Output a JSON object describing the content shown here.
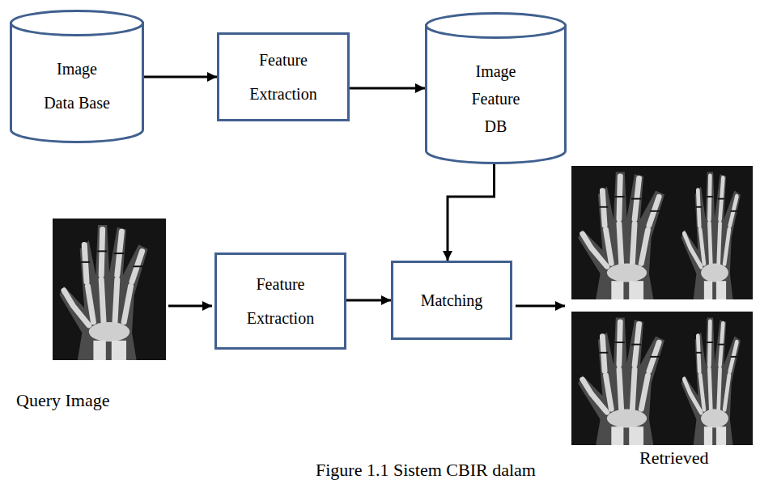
{
  "diagram": {
    "caption": "Figure 1.1 Sistem CBIR dalam",
    "nodes": [
      {
        "text": [
          "Image Data Base"
        ]
      },
      {
        "text": [
          "Feature Extraction"
        ]
      },
      {
        "text": [
          "Image Feature DB"
        ]
      },
      {
        "text": [
          "Feature Extraction"
        ]
      },
      {
        "text": [
          "Matching"
        ]
      }
    ],
    "edges": [
      {
        "from": 0,
        "to": 1,
        "arrow": "to"
      },
      {
        "from": 1,
        "to": 2,
        "arrow": "to"
      },
      {
        "from": 2,
        "to": 4,
        "arrow": "to"
      },
      {
        "from": 3,
        "to": 4,
        "arrow": "to"
      }
    ],
    "labels": [
      "Query Image",
      "Retrieved"
    ]
  }
}
